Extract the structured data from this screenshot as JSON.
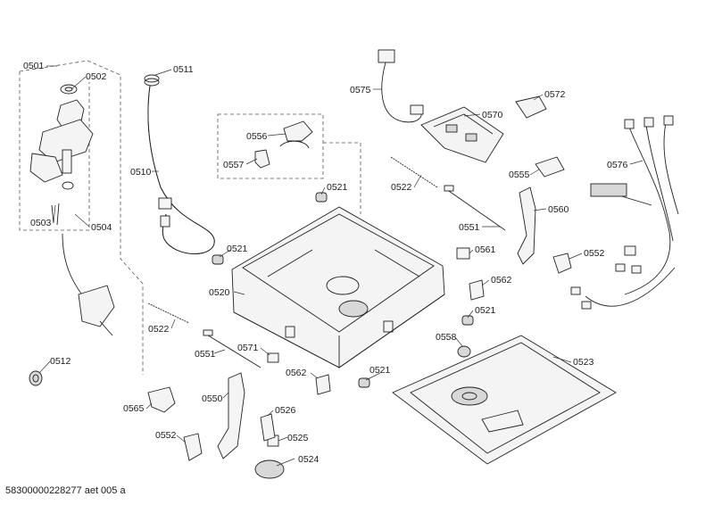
{
  "labels": {
    "l0501": "0501",
    "l0502": "0502",
    "l0503": "0503",
    "l0504": "0504",
    "l0510": "0510",
    "l0511": "0511",
    "l0512": "0512",
    "l0520": "0520",
    "l0521a": "0521",
    "l0521b": "0521",
    "l0521c": "0521",
    "l0521d": "0521",
    "l0522a": "0522",
    "l0522b": "0522",
    "l0523": "0523",
    "l0524": "0524",
    "l0525": "0525",
    "l0526": "0526",
    "l0550": "0550",
    "l0551a": "0551",
    "l0551b": "0551",
    "l0552a": "0552",
    "l0552b": "0552",
    "l0555": "0555",
    "l0556": "0556",
    "l0557": "0557",
    "l0558": "0558",
    "l0560": "0560",
    "l0561": "0561",
    "l0562a": "0562",
    "l0562b": "0562",
    "l0565": "0565",
    "l0570": "0570",
    "l0571": "0571",
    "l0572": "0572",
    "l0575": "0575",
    "l0576": "0576"
  },
  "footer": {
    "doc_id": "58300000228277 aet 005 a"
  }
}
